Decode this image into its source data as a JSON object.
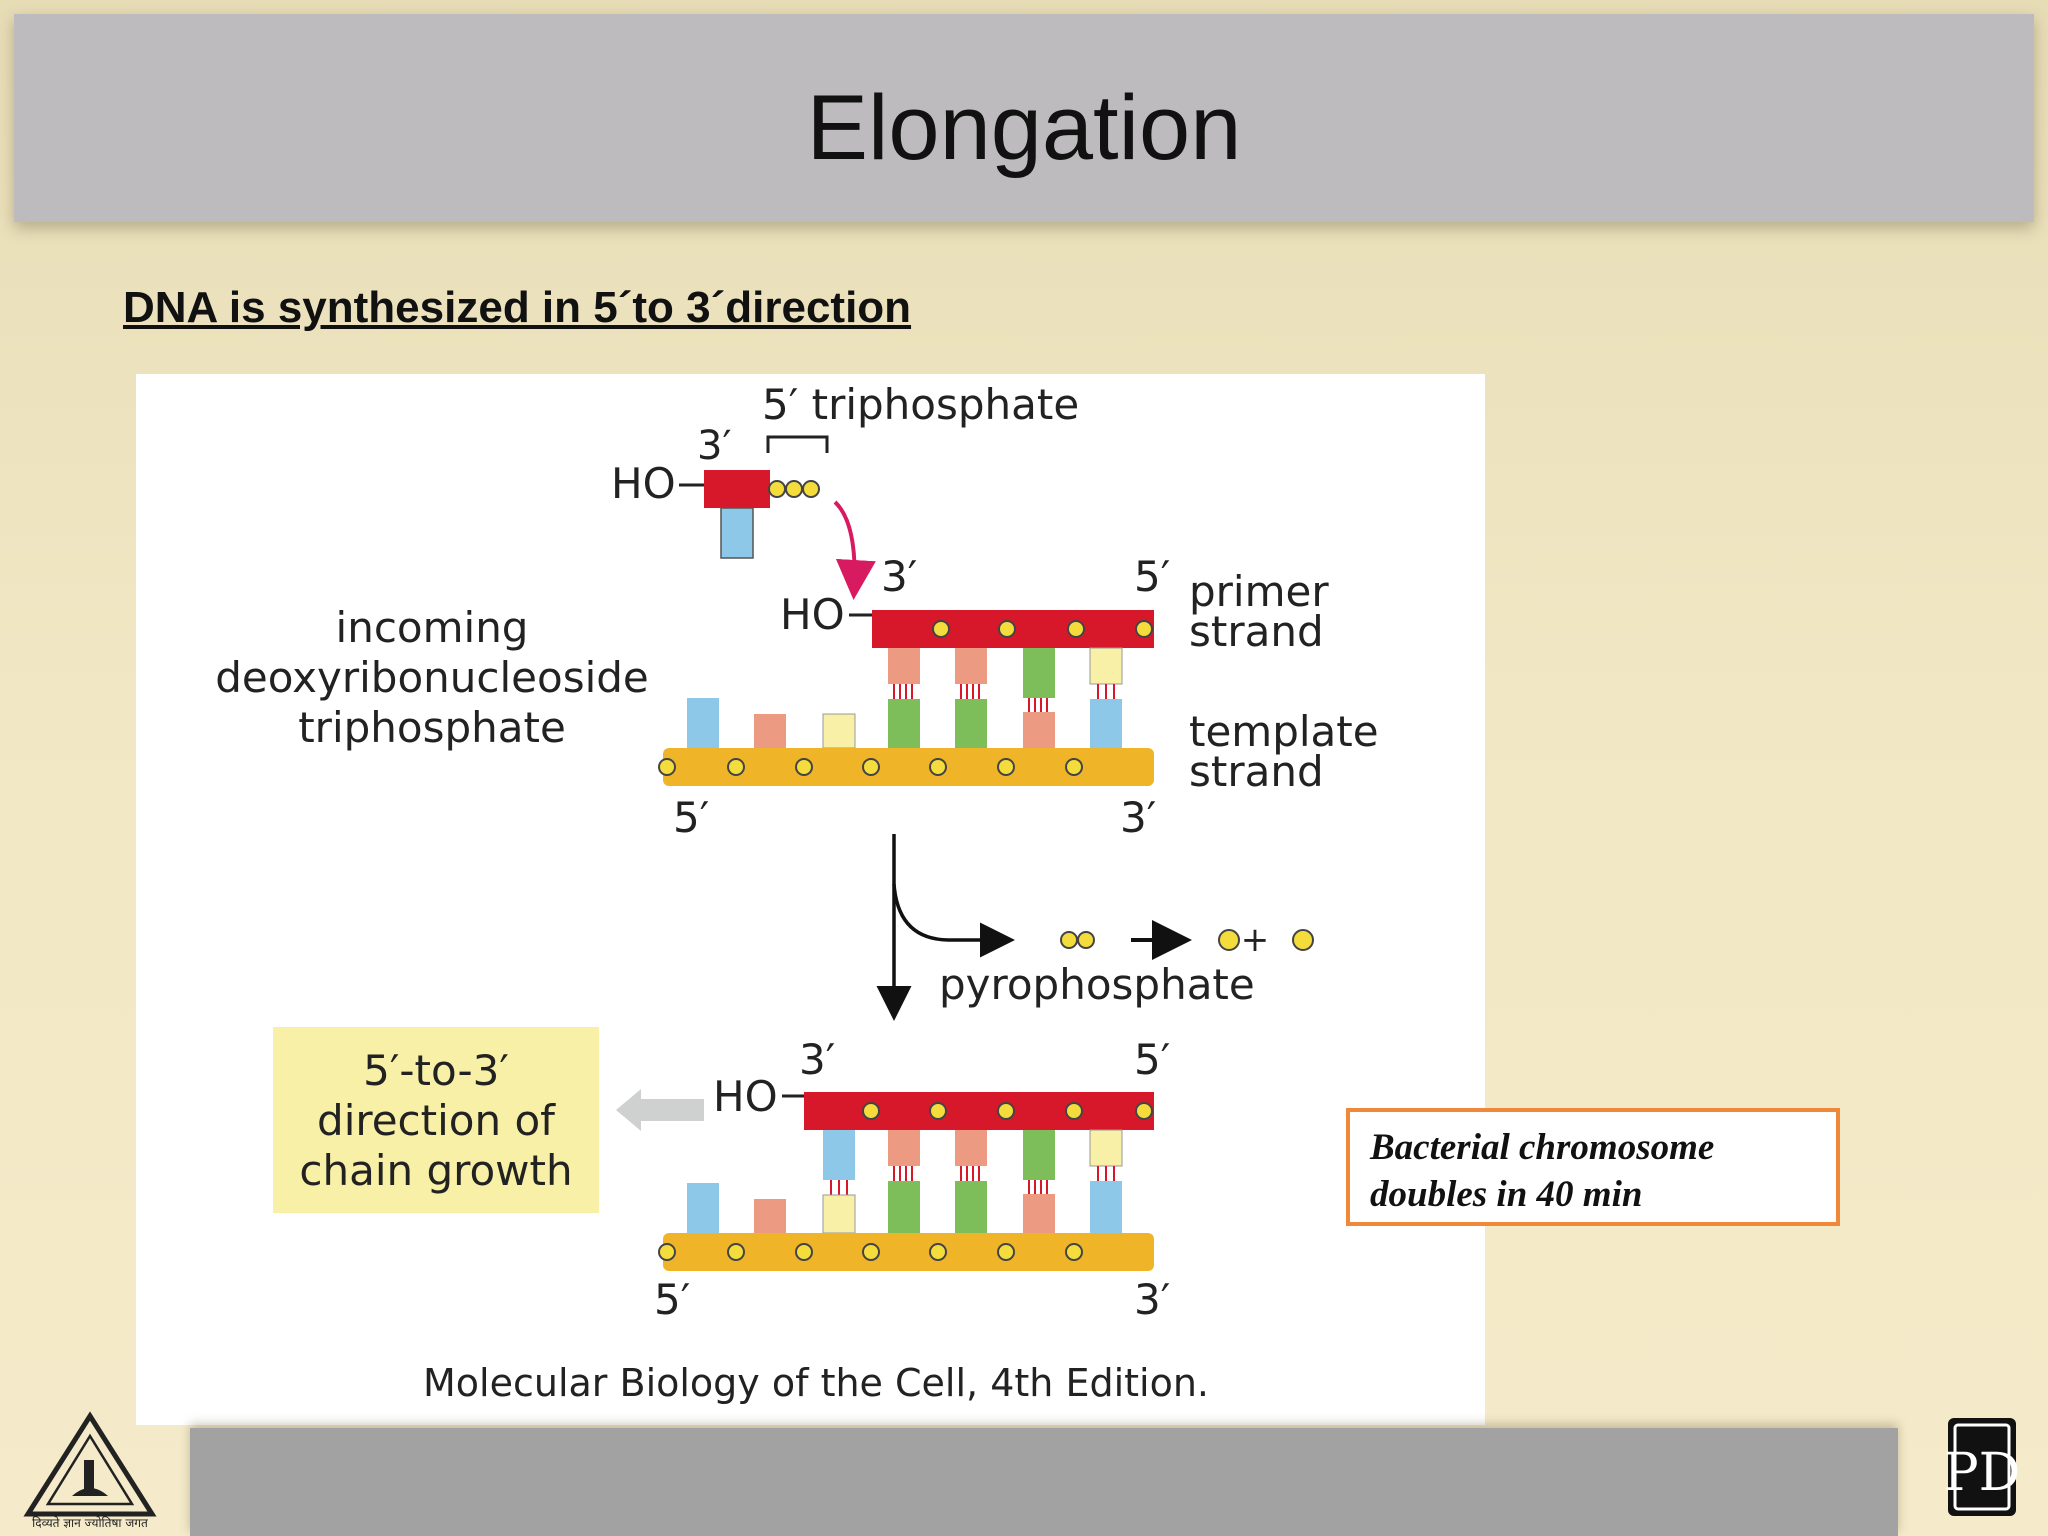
{
  "slide": {
    "title": "Elongation",
    "subtitle": "DNA is synthesized in 5´to 3´direction",
    "note": "Bacterial chromosome doubles in 40 min"
  },
  "diagram": {
    "incoming": {
      "label_5triphosphate": "5′ triphosphate",
      "label_3prime": "3′",
      "label_ho": "HO"
    },
    "upper": {
      "primer_3prime": "3′",
      "primer_5prime": "5′",
      "primer_ho": "HO",
      "primer_label_1": "primer",
      "primer_label_2": "strand",
      "template_label_1": "template",
      "template_label_2": "strand",
      "template_5prime": "5′",
      "template_3prime": "3′",
      "incoming_label_1": "incoming",
      "incoming_label_2": "deoxyribonucleoside",
      "incoming_label_3": "triphosphate"
    },
    "reaction": {
      "pyrophosphate": "pyrophosphate",
      "plus": "+"
    },
    "lower": {
      "primer_3prime": "3′",
      "primer_5prime": "5′",
      "primer_ho": "HO",
      "template_5prime": "5′",
      "template_3prime": "3′",
      "direction_1": "5′-to-3′",
      "direction_2": "direction of",
      "direction_3": "chain growth"
    },
    "caption": "Molecular Biology of the Cell, 4th Edition."
  },
  "logos": {
    "left_caption": "दिव्यते ज्ञान ज्योतिषा जगत",
    "right_letters": "PD"
  },
  "colors": {
    "primer": "#d7182a",
    "template": "#f0b429",
    "phosphate": "#f4dc3c",
    "base_blue": "#8dc8e8",
    "base_salmon": "#ec9a82",
    "base_green": "#7dbd5a",
    "base_cream": "#f7f0a6",
    "arrow_pink": "#d81b60",
    "note_border": "#f0883a"
  }
}
